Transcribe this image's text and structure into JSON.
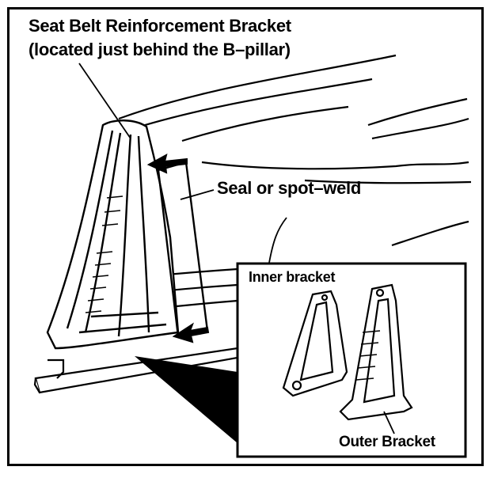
{
  "labels": {
    "title_line1": "Seat Belt Reinforcement Bracket",
    "title_line2": "(located just behind the B–pillar)",
    "seal": "Seal or spot–weld",
    "inner": "Inner bracket",
    "outer": "Outer Bracket"
  },
  "colors": {
    "ink": "#000000",
    "paper": "#ffffff"
  }
}
